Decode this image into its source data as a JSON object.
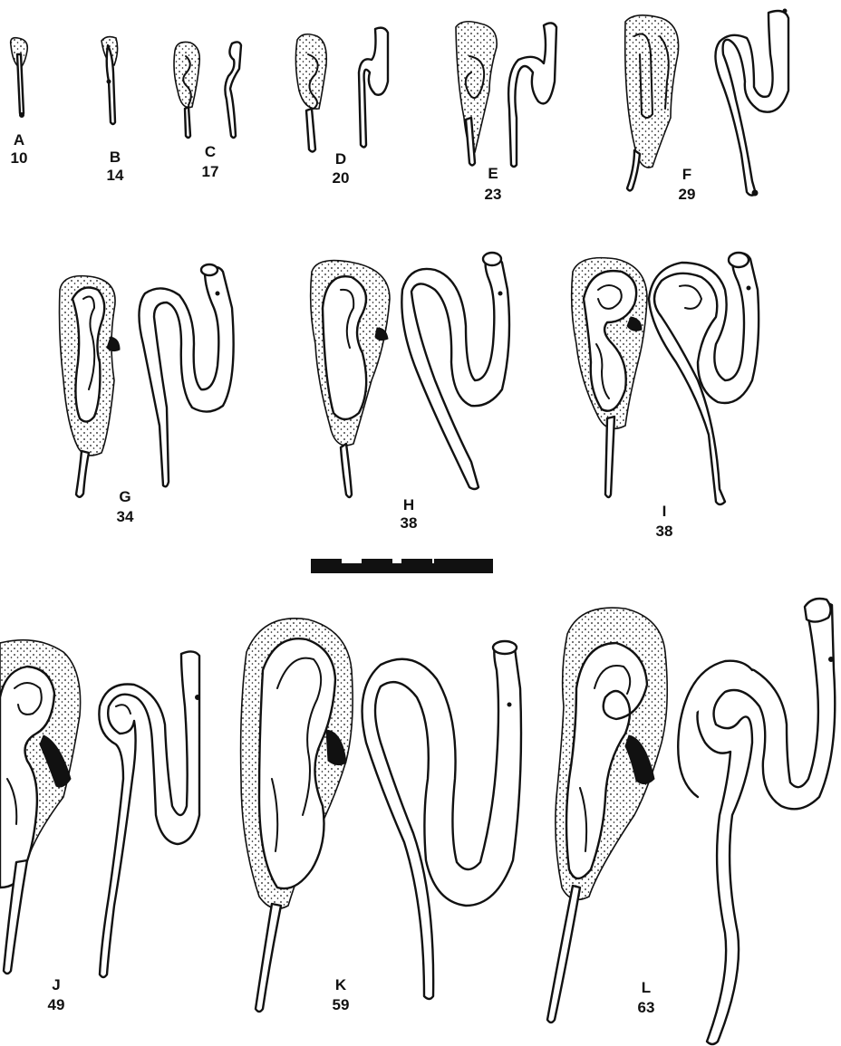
{
  "colors": {
    "ink": "#111111",
    "paper": "#ffffff"
  },
  "stages": [
    {
      "letter": "A",
      "number": "10"
    },
    {
      "letter": "B",
      "number": "14"
    },
    {
      "letter": "C",
      "number": "17"
    },
    {
      "letter": "D",
      "number": "20"
    },
    {
      "letter": "E",
      "number": "23"
    },
    {
      "letter": "F",
      "number": "29"
    },
    {
      "letter": "G",
      "number": "34"
    },
    {
      "letter": "H",
      "number": "38"
    },
    {
      "letter": "I",
      "number": "38"
    },
    {
      "letter": "J",
      "number": "49"
    },
    {
      "letter": "K",
      "number": "59"
    },
    {
      "letter": "L",
      "number": "63"
    }
  ],
  "scale_bar": {
    "segments": 5
  }
}
